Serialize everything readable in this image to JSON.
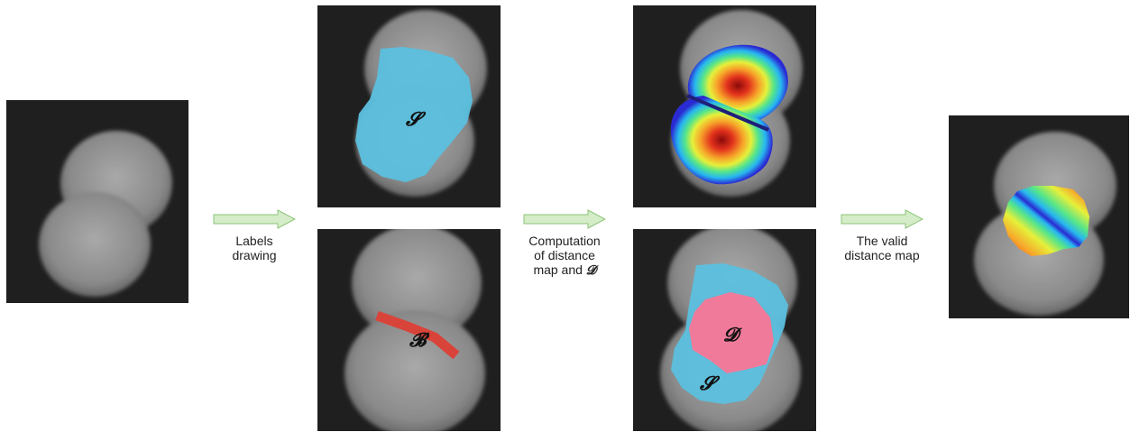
{
  "captions": {
    "labels_drawing": "Labels\ndrawing",
    "computation_line1": "Computation",
    "computation_line2": "of distance",
    "computation_line3": "map and ",
    "computation_symbol": "𝓓",
    "valid_map": "The valid\ndistance map"
  },
  "panel_labels": {
    "seed_top": "𝓢",
    "boundary": "𝓑",
    "dilation": "𝓓",
    "seed_bottom": "𝓢"
  },
  "colors": {
    "seed_overlay": "#5bc0de",
    "boundary_stroke": "#d9443a",
    "d_region": "#f07a9a",
    "arrow_fill": "#d5ecc8",
    "arrow_stroke": "#8cc47a",
    "cell_gray": "#8a8a8a",
    "background_dark": "#1f1f1f"
  },
  "icons": {
    "arrow": "right-arrow-icon"
  }
}
